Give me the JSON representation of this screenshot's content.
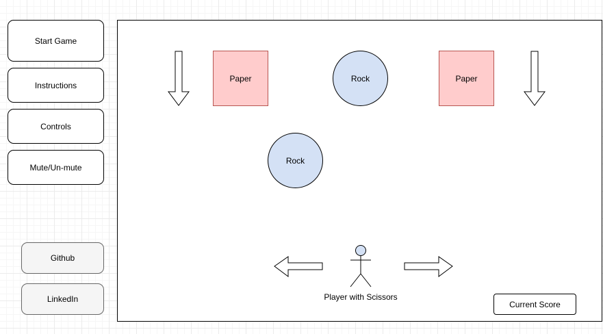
{
  "menu": {
    "start_game": "Start Game",
    "instructions": "Instructions",
    "controls": "Controls",
    "mute": "Mute/Un-mute"
  },
  "links": {
    "github": "Github",
    "linkedin": "LinkedIn"
  },
  "game": {
    "objects": {
      "paper_left": "Paper",
      "rock_top": "Rock",
      "paper_right": "Paper",
      "rock_lower": "Rock"
    },
    "player_label": "Player with Scissors",
    "score_label": "Current Score"
  },
  "colors": {
    "paper_fill": "#ffcccc",
    "paper_border": "#b85450",
    "rock_fill": "#d4e1f5",
    "player_head_fill": "#d4e1f5",
    "link_button_fill": "#f5f5f5"
  }
}
